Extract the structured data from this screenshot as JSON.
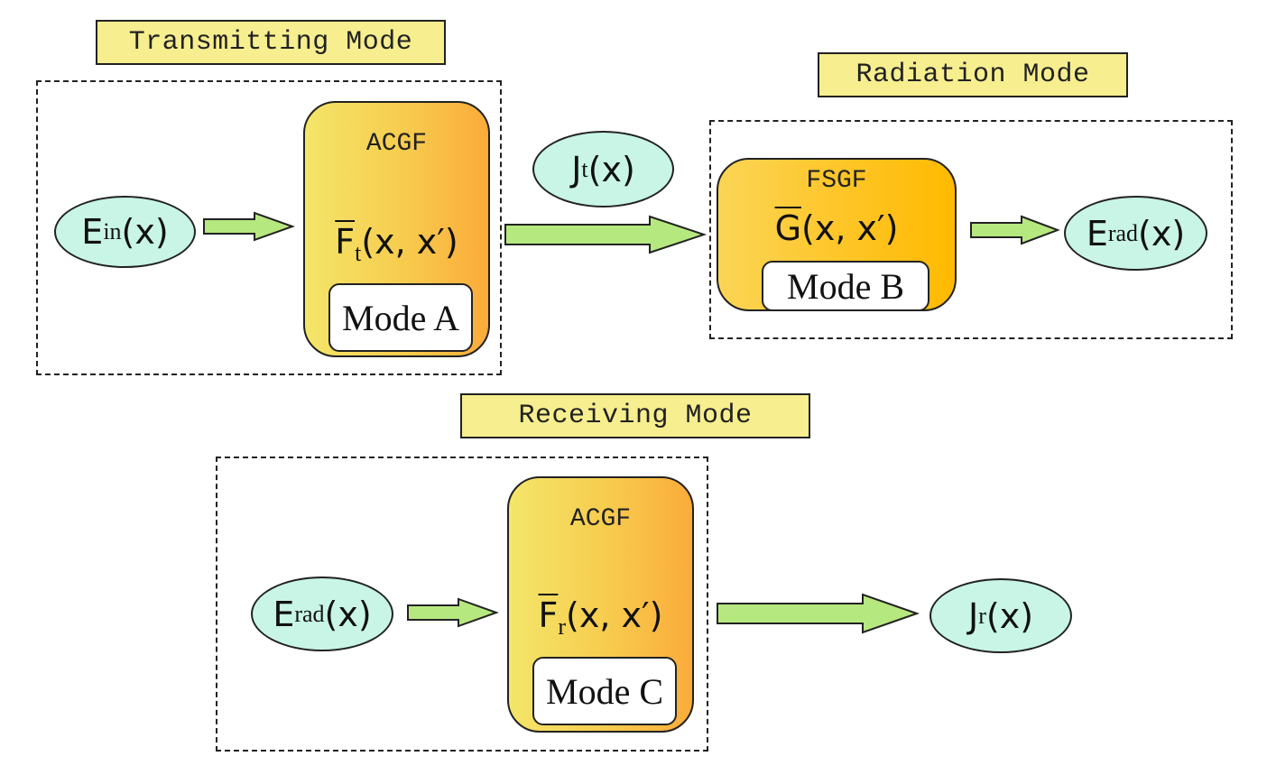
{
  "modes": {
    "transmitting": "Transmitting Mode",
    "radiation": "Radiation Mode",
    "receiving": "Receiving Mode"
  },
  "signals": {
    "ein": {
      "base": "E",
      "sub": "in",
      "args": "(x)"
    },
    "jt": {
      "base": "J",
      "sub": "t",
      "args": "(x)"
    },
    "erad_top": {
      "base": "E",
      "sub": "rad",
      "args": "(x)"
    },
    "erad_bottom": {
      "base": "E",
      "sub": "rad",
      "args": "(x)"
    },
    "jr": {
      "base": "J",
      "sub": "r",
      "args": "(x)"
    }
  },
  "blocks": {
    "acgf_t": {
      "title": "ACGF",
      "op": "F",
      "sub": "t",
      "args": "(x, x′)",
      "mode": "Mode A"
    },
    "fsgf": {
      "title": "FSGF",
      "op": "G",
      "sub": "",
      "args": "(x, x′)",
      "mode": "Mode B"
    },
    "acgf_r": {
      "title": "ACGF",
      "op": "F",
      "sub": "r",
      "args": "(x, x′)",
      "mode": "Mode C"
    }
  },
  "colors": {
    "label_fill": "#f6ee8f",
    "ellipse_fill": "#c8f5e6",
    "arrow_fill": "#b6e880"
  }
}
